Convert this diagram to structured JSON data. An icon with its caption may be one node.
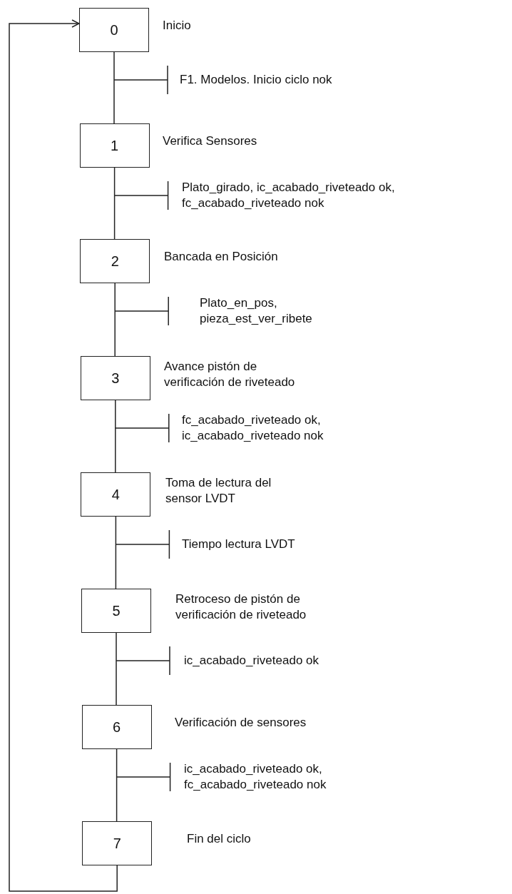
{
  "diagram": {
    "nodes": [
      {
        "text": [
          "0"
        ],
        "beside": [
          "Inicio"
        ]
      },
      {
        "text": [
          "1"
        ],
        "beside": [
          "Verifica Sensores"
        ]
      },
      {
        "text": [
          "2"
        ],
        "beside": [
          "Bancada en Posición"
        ]
      },
      {
        "text": [
          "3"
        ],
        "beside": [
          "Avance pistón de verificación de riveteado"
        ]
      },
      {
        "text": [
          "4"
        ],
        "beside": [
          "Toma de lectura del sensor LVDT"
        ]
      },
      {
        "text": [
          "5"
        ],
        "beside": [
          "Retroceso de pistón de verificación de riveteado"
        ]
      },
      {
        "text": [
          "6"
        ],
        "beside": [
          "Verificación de sensores"
        ]
      },
      {
        "text": [
          "7"
        ],
        "beside": [
          "Fin del ciclo"
        ]
      }
    ],
    "edges": [
      {
        "from": 0,
        "to": 1,
        "arrow": "none"
      },
      {
        "from": 1,
        "to": 2,
        "arrow": "none"
      },
      {
        "from": 2,
        "to": 3,
        "arrow": "none"
      },
      {
        "from": 3,
        "to": 4,
        "arrow": "none"
      },
      {
        "from": 4,
        "to": 5,
        "arrow": "none"
      },
      {
        "from": 5,
        "to": 6,
        "arrow": "none"
      },
      {
        "from": 6,
        "to": 7,
        "arrow": "none"
      },
      {
        "from": 7,
        "to": 0,
        "arrow": "to"
      }
    ],
    "labels": [
      "F1. Modelos. Inicio ciclo nok",
      "Plato_girado, ic_acabado_riveteado ok, fc_acabado_riveteado nok",
      "Plato_en_pos, pieza_est_ver_ribete",
      "fc_acabado_riveteado ok, ic_acabado_riveteado nok",
      "Tiempo lectura LVDT",
      "ic_acabado_riveteado ok",
      "ic_acabado_riveteado ok, fc_acabado_riveteado nok"
    ]
  }
}
